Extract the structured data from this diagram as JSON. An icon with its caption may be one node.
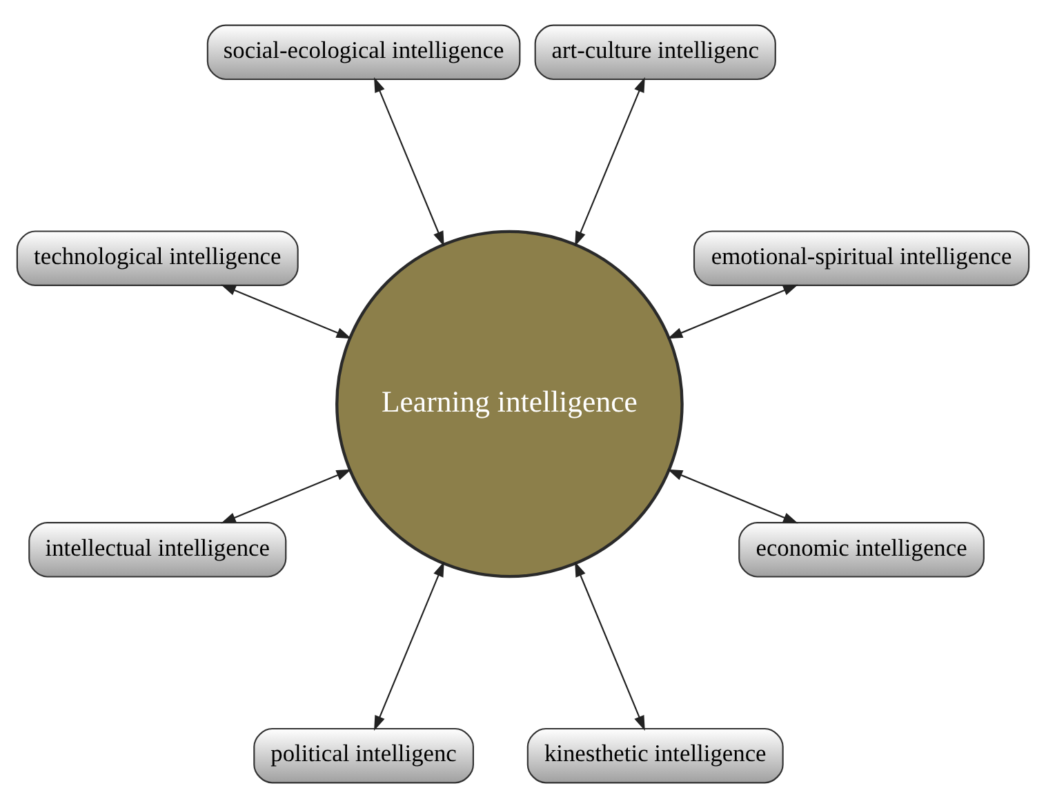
{
  "diagram": {
    "nodes": [
      {
        "text": [
          "emotional-spiritual intelligence"
        ]
      },
      {
        "text": [
          "art-culture intelligenc"
        ]
      },
      {
        "text": [
          "social-ecological intelligence"
        ]
      },
      {
        "text": [
          "technological intelligence"
        ]
      },
      {
        "text": [
          "Learning intelligence"
        ]
      },
      {
        "text": [
          "intellectual intelligence"
        ]
      },
      {
        "text": [
          "political intelligenc"
        ]
      },
      {
        "text": [
          "kinesthetic intelligence"
        ]
      },
      {
        "text": [
          "economic intelligence"
        ]
      }
    ],
    "edges": [
      {
        "from": 0,
        "to": 4,
        "arrow": "both"
      },
      {
        "from": 2,
        "to": 4,
        "arrow": "both"
      },
      {
        "from": 5,
        "to": 4,
        "arrow": "both"
      },
      {
        "from": 7,
        "to": 4,
        "arrow": "both"
      },
      {
        "from": 8,
        "to": 4,
        "arrow": "both"
      },
      {
        "from": 6,
        "to": 4,
        "arrow": "both"
      },
      {
        "from": 3,
        "to": 4,
        "arrow": "both"
      },
      {
        "from": 1,
        "to": 4,
        "arrow": "both"
      }
    ]
  }
}
